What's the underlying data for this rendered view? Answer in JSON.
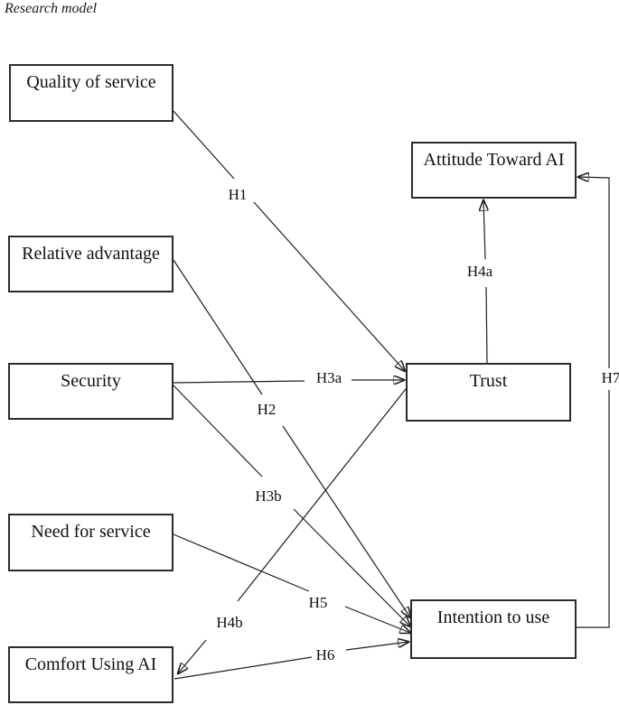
{
  "title": "Research model",
  "diagram": {
    "nodes": [
      {
        "id": "quality-of-service",
        "label": "Quality of service"
      },
      {
        "id": "relative-advantage",
        "label": "Relative advantage"
      },
      {
        "id": "security",
        "label": "Security"
      },
      {
        "id": "need-for-service",
        "label": "Need for service"
      },
      {
        "id": "comfort-using-ai",
        "label": "Comfort Using AI"
      },
      {
        "id": "attitude-toward-ai",
        "label": "Attitude Toward AI"
      },
      {
        "id": "trust",
        "label": "Trust"
      },
      {
        "id": "intention-to-use",
        "label": "Intention to use"
      }
    ],
    "edges": [
      {
        "label": "H1",
        "from": "Quality of service",
        "to": "Trust"
      },
      {
        "label": "H2",
        "from": "Relative advantage",
        "to": "Intention to use"
      },
      {
        "label": "H3a",
        "from": "Security",
        "to": "Trust"
      },
      {
        "label": "H3b",
        "from": "Security",
        "to": "Intention to use"
      },
      {
        "label": "H4a",
        "from": "Trust",
        "to": "Attitude Toward AI"
      },
      {
        "label": "H4b",
        "from": "Trust",
        "to": "Comfort Using AI"
      },
      {
        "label": "H5",
        "from": "Need for service",
        "to": "Intention to use"
      },
      {
        "label": "H6",
        "from": "Comfort Using AI",
        "to": "Intention to use"
      },
      {
        "label": "H7",
        "from": "Intention to use",
        "to": "Attitude Toward AI"
      }
    ]
  },
  "colors": {
    "background": "#ffffff",
    "line": "#1f1f1f",
    "box_border": "#2b2b2b",
    "text": "#111111"
  }
}
